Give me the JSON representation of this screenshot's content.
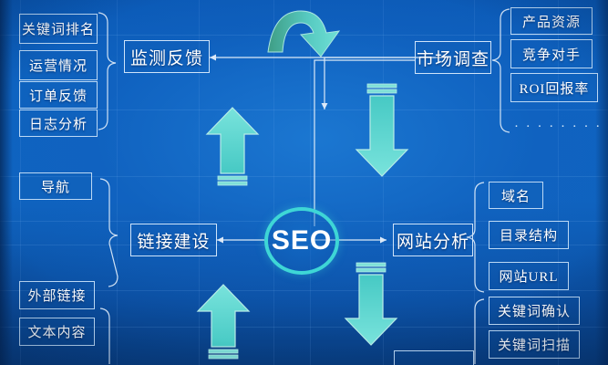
{
  "diagram": {
    "title": "SEO",
    "center": {
      "label": "SEO"
    },
    "colors": {
      "background": "#0d60bd",
      "box_border": "#bcd9f5",
      "text": "#ffffff",
      "arrow_cyan": "#5fd9d2",
      "arrow_green": "#4aa88a",
      "ring": "#3ed6d6"
    },
    "hubs": [
      {
        "id": "monitor-feedback",
        "label": "监测反馈"
      },
      {
        "id": "market-research",
        "label": "市场调查"
      },
      {
        "id": "link-building",
        "label": "链接建设"
      },
      {
        "id": "site-analysis",
        "label": "网站分析"
      }
    ],
    "groups": [
      {
        "id": "monitor-feedback-items",
        "hub": "监测反馈",
        "items": [
          {
            "label": "关键词排名"
          },
          {
            "label": "运营情况"
          },
          {
            "label": "订单反馈"
          },
          {
            "label": "日志分析"
          }
        ]
      },
      {
        "id": "market-research-items",
        "hub": "市场调查",
        "items": [
          {
            "label": "产品资源"
          },
          {
            "label": "竞争对手"
          },
          {
            "label": "ROI回报率"
          }
        ],
        "ellipsis": "· · · · · · · ·"
      },
      {
        "id": "link-building-items",
        "hub": "链接建设",
        "items": [
          {
            "label": "导航"
          },
          {
            "label": "外部链接"
          }
        ]
      },
      {
        "id": "content-items",
        "hub": "链接建设",
        "items": [
          {
            "label": "文本内容"
          }
        ]
      },
      {
        "id": "site-analysis-items",
        "hub": "网站分析",
        "items": [
          {
            "label": "域名"
          },
          {
            "label": "目录结构"
          },
          {
            "label": "网站URL"
          }
        ]
      },
      {
        "id": "keyword-items",
        "hub": "",
        "items": [
          {
            "label": "关键词确认"
          },
          {
            "label": "关键词扫描"
          }
        ]
      }
    ],
    "arrows": [
      {
        "id": "arc-arrow-top",
        "direction": "curve-right"
      },
      {
        "id": "up-arrow-upper-left",
        "direction": "up"
      },
      {
        "id": "up-arrow-lower-left",
        "direction": "up"
      },
      {
        "id": "down-arrow-upper-right",
        "direction": "down"
      },
      {
        "id": "down-arrow-lower-right",
        "direction": "down"
      }
    ]
  }
}
